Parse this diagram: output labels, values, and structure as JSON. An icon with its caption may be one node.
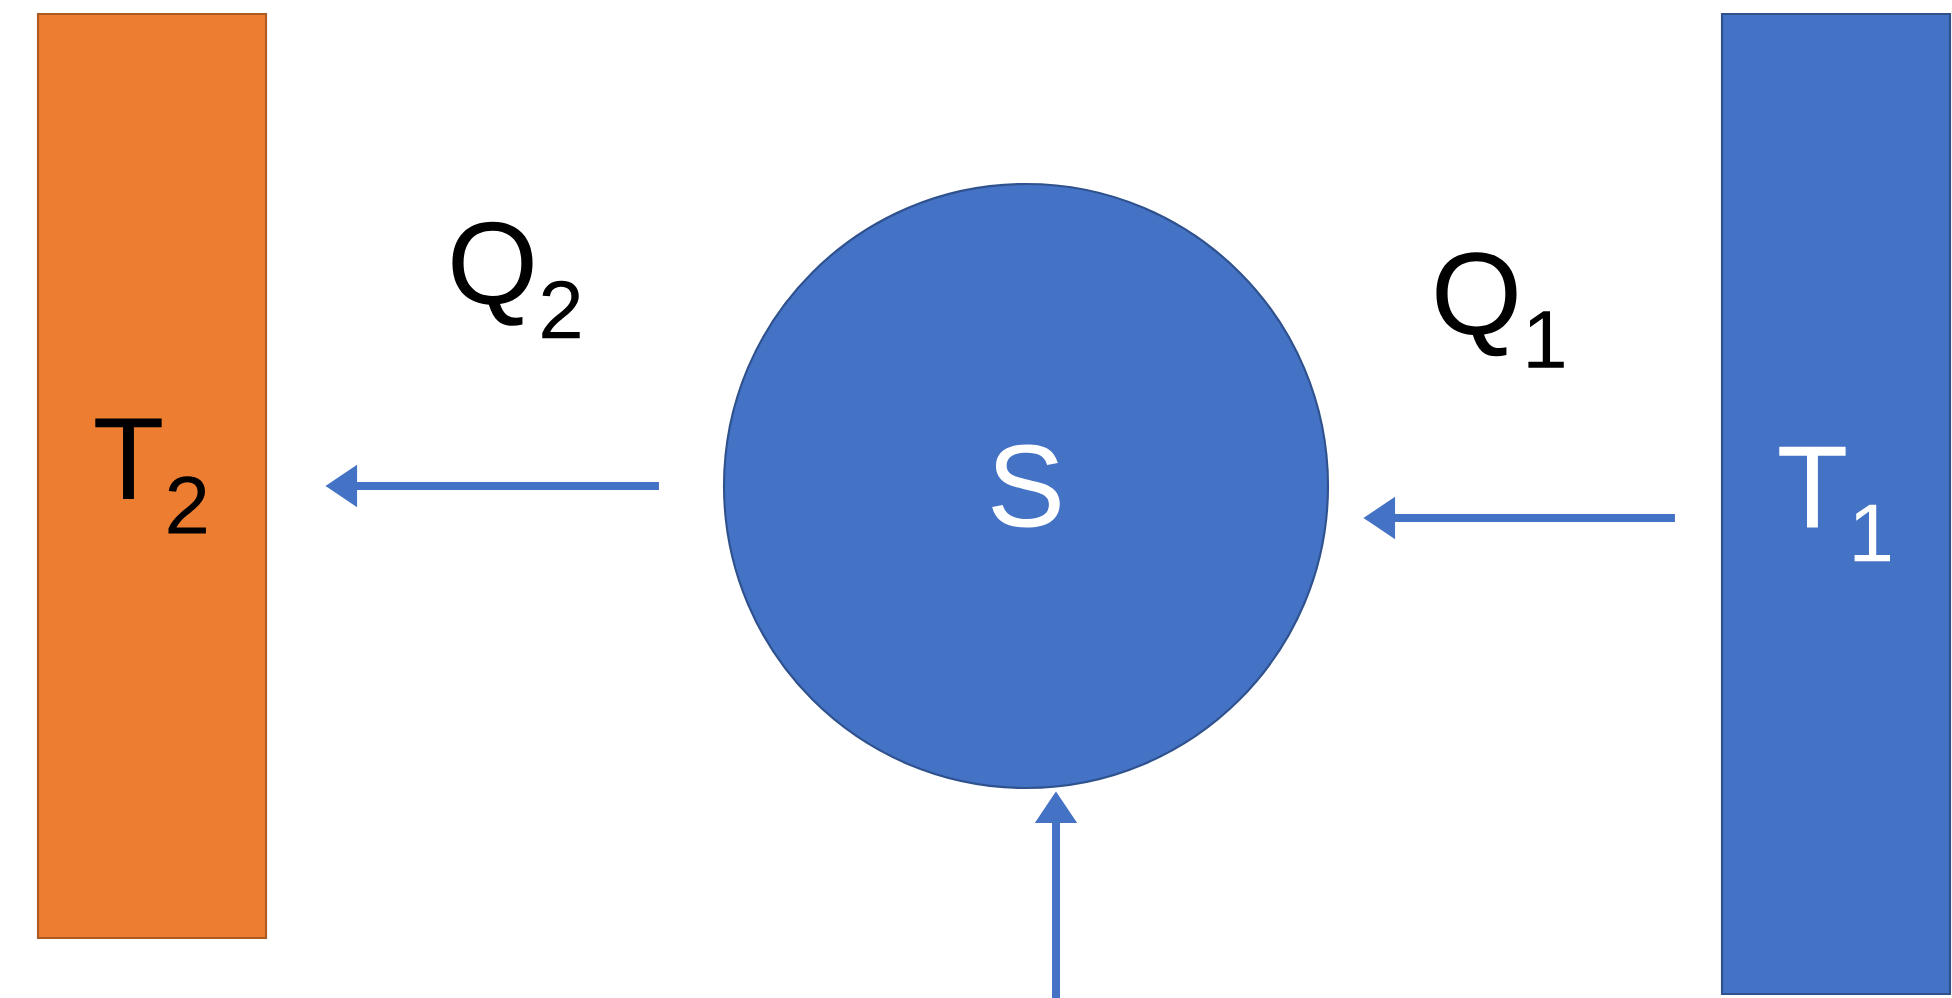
{
  "diagram": {
    "nodes": [
      {
        "text": [
          "T$_{2}$"
        ]
      },
      {
        "text": [
          "S"
        ]
      },
      {
        "text": [
          "T$_{1}$"
        ]
      }
    ],
    "edges": [
      {
        "from": 1,
        "to": 0,
        "arrow": "to",
        "label": "Q$_{2}$"
      },
      {
        "from": 2,
        "to": 1,
        "arrow": "to",
        "label": "Q$_{1}$"
      },
      {
        "from": null,
        "to": 1,
        "arrow": "to"
      }
    ]
  }
}
